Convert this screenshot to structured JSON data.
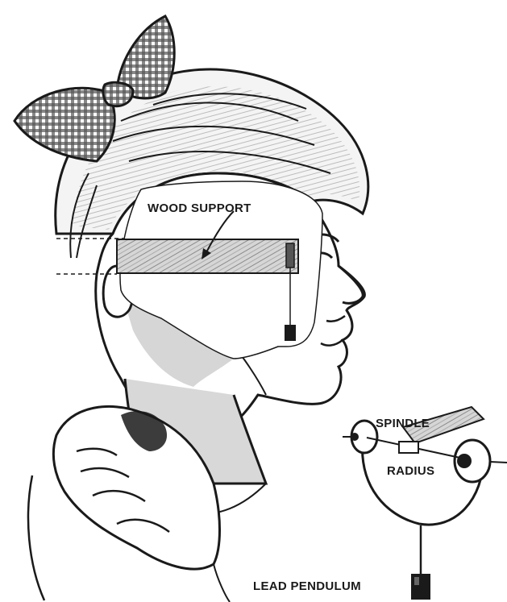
{
  "labels": {
    "wood_support": "WOOD SUPPORT",
    "spindle": "SPINDLE",
    "radius": "RADIUS",
    "lead_pendulum": "LEAD PENDULUM"
  },
  "colors": {
    "ink": "#1a1a1a",
    "shade": "#cfcfcf",
    "shade_light": "#e4e4e4",
    "paper": "#ffffff"
  }
}
